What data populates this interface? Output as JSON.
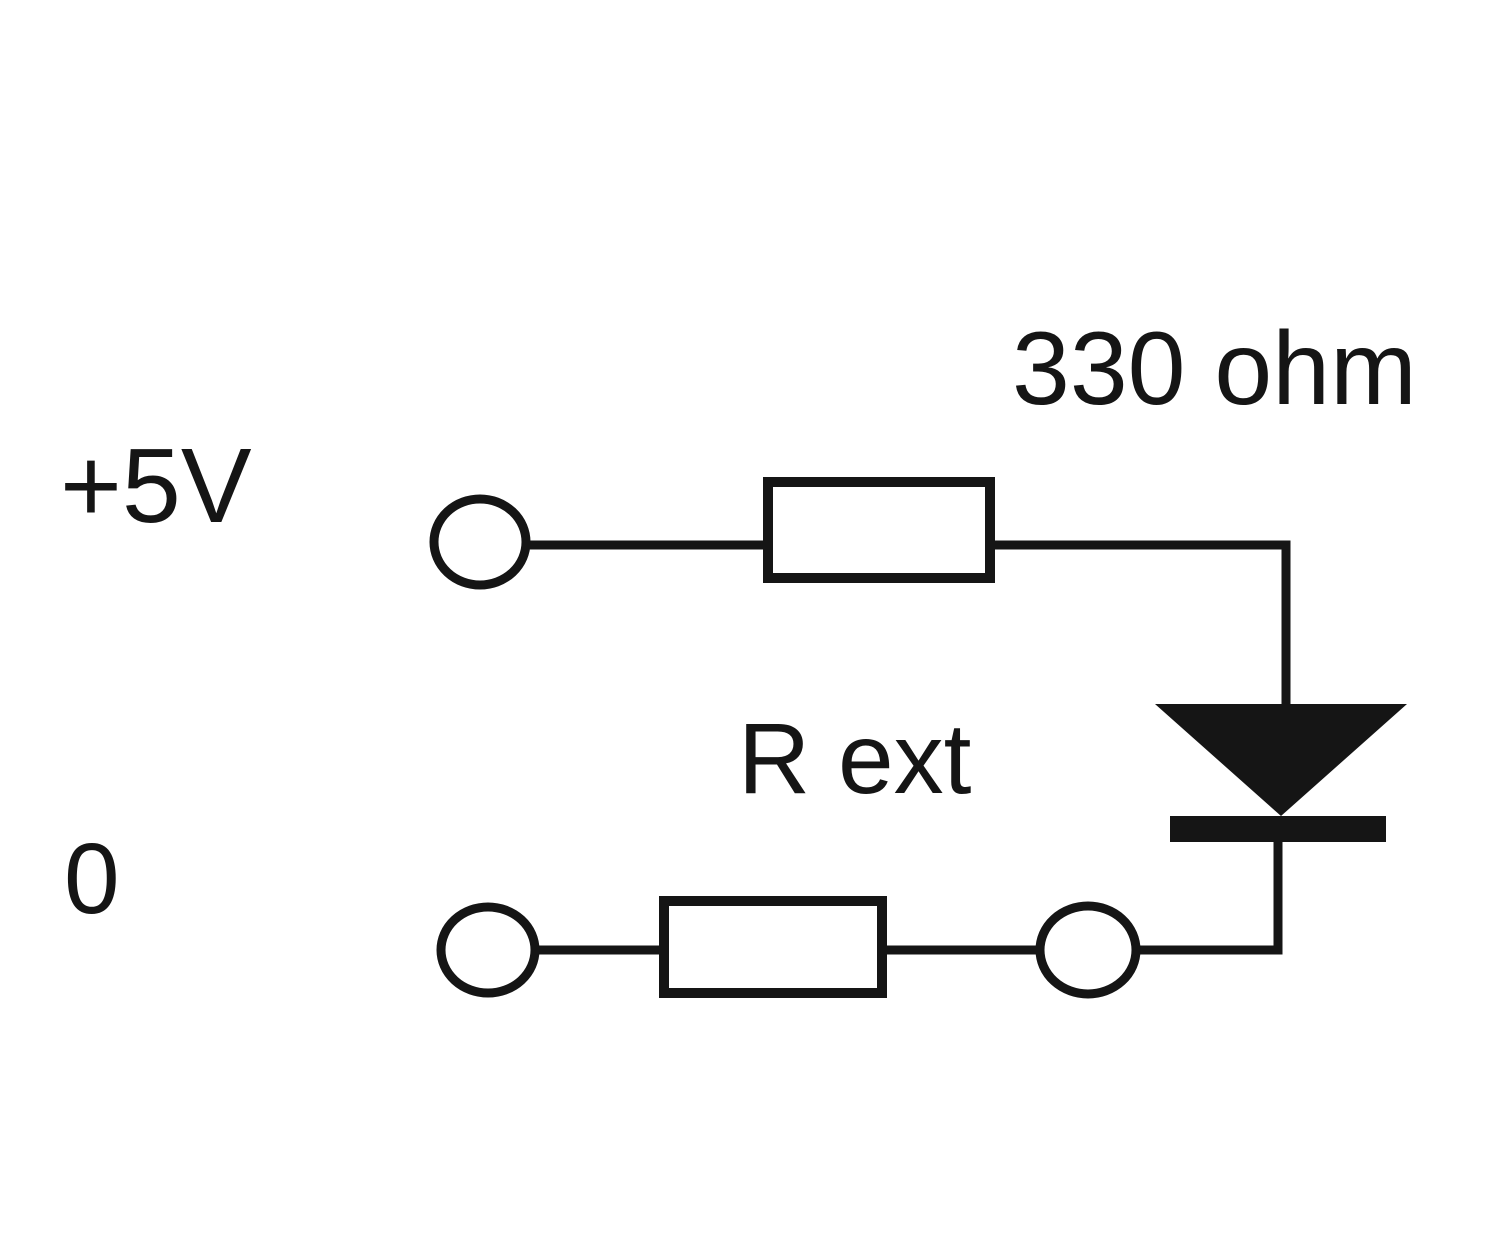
{
  "figure": {
    "kind": "circuit-diagram",
    "colors": {
      "background": "#ffffff",
      "ink": "#151515"
    },
    "labels": {
      "supply_rail": "+5V",
      "ground_rail": "0",
      "series_resistor_value": "330 ohm",
      "external_resistor_name": "R ext"
    },
    "components": [
      {
        "id": "terminal-top-left",
        "type": "terminal"
      },
      {
        "id": "resistor-series",
        "type": "resistor",
        "value": "330 ohm"
      },
      {
        "id": "led-diode",
        "type": "diode",
        "orientation": "down"
      },
      {
        "id": "terminal-bottom-left",
        "type": "terminal"
      },
      {
        "id": "resistor-external",
        "type": "resistor",
        "value": "R ext"
      },
      {
        "id": "terminal-bottom-mid",
        "type": "terminal"
      }
    ]
  }
}
